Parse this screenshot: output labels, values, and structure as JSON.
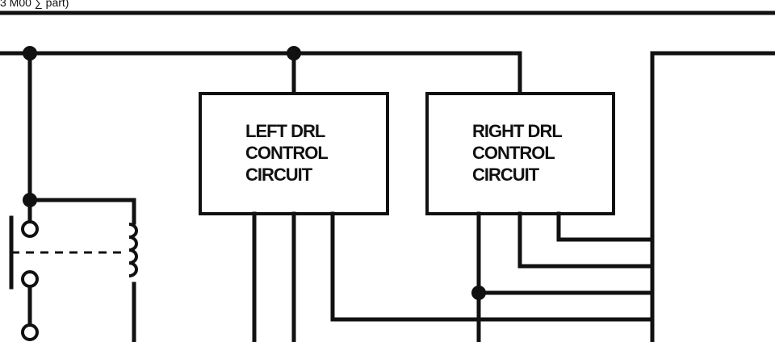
{
  "header": {
    "text": "3 M00 ∑ part)"
  },
  "left_circuit": {
    "lines": [
      "LEFT DRL",
      "CONTROL",
      "CIRCUIT"
    ]
  },
  "right_circuit": {
    "lines": [
      "RIGHT DRL",
      "CONTROL",
      "CIRCUIT"
    ]
  }
}
